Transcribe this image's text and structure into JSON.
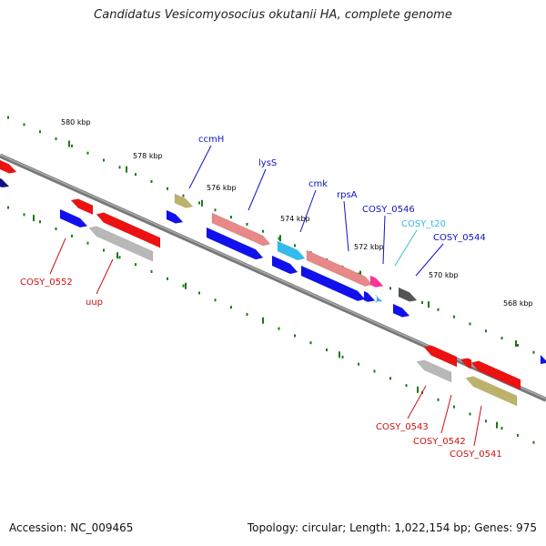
{
  "title": "Candidatus Vesicomyosocius okutanii HA, complete genome",
  "footer": {
    "accession": "Accession: NC_009465",
    "summary": "Topology: circular; Length: 1,022,154 bp; Genes: 975"
  },
  "colors": {
    "backbone": "#777777",
    "tick": "#1a7a1a",
    "red": "#ee1111",
    "pink": "#e88888",
    "blue": "#1111ee",
    "gray": "#b8b8b8",
    "olive": "#bdb26a",
    "cyan": "#33bbee",
    "magenta": "#ff3399",
    "darkgray": "#555555"
  },
  "ticks": [
    {
      "label": "580 kbp"
    },
    {
      "label": "578 kbp"
    },
    {
      "label": "576 kbp"
    },
    {
      "label": "574 kbp"
    },
    {
      "label": "572 kbp"
    },
    {
      "label": "570 kbp"
    },
    {
      "label": "568 kbp"
    }
  ],
  "labels": [
    {
      "text": "ccmH",
      "color": "#1111cc"
    },
    {
      "text": "lysS",
      "color": "#1111cc"
    },
    {
      "text": "cmk",
      "color": "#1111cc"
    },
    {
      "text": "rpsA",
      "color": "#1111cc"
    },
    {
      "text": "COSY_0546",
      "color": "#1111cc"
    },
    {
      "text": "COSY_t20",
      "color": "#33bbdd"
    },
    {
      "text": "COSY_0544",
      "color": "#1111cc"
    },
    {
      "text": "COSY_0552",
      "color": "#cc1111"
    },
    {
      "text": "uup",
      "color": "#cc1111"
    },
    {
      "text": "COSY_0543",
      "color": "#cc1111"
    },
    {
      "text": "COSY_0542",
      "color": "#cc1111"
    },
    {
      "text": "COSY_0541",
      "color": "#cc1111"
    }
  ]
}
